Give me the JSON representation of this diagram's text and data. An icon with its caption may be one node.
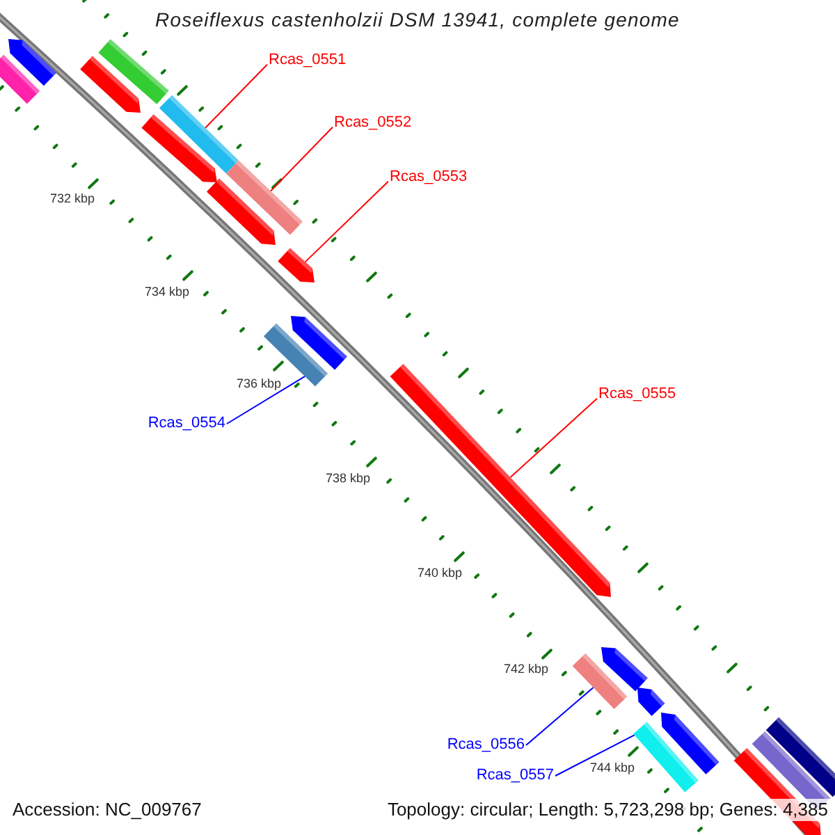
{
  "diagram": {
    "title": "Roseiflexus castenholzii DSM 13941, complete genome",
    "nodes": [
      {
        "text": [
          "Rcas_0551"
        ]
      },
      {
        "text": [
          "Rcas_0552"
        ]
      },
      {
        "text": [
          "Rcas_0553"
        ]
      },
      {
        "text": [
          "Rcas_0554"
        ]
      },
      {
        "text": [
          "Rcas_0555"
        ]
      },
      {
        "text": [
          "Rcas_0556"
        ]
      },
      {
        "text": [
          "Rcas_0557"
        ]
      },
      {
        "text": [],
        "shape": "bar"
      },
      {
        "text": [],
        "shape": "bar"
      },
      {
        "text": [],
        "shape": "bar"
      },
      {
        "text": [],
        "shape": "bar"
      },
      {
        "text": [],
        "shape": "bar"
      },
      {
        "text": [],
        "shape": "bar"
      },
      {
        "text": [],
        "shape": "bar"
      }
    ],
    "edges": [
      {
        "from": 0,
        "to": 7,
        "arrow": "none"
      },
      {
        "from": 1,
        "to": 8,
        "arrow": "none"
      },
      {
        "from": 2,
        "to": 9,
        "arrow": "none"
      },
      {
        "from": 3,
        "to": 10,
        "arrow": "none",
        "color": "#0000ff"
      },
      {
        "from": 4,
        "to": 11,
        "arrow": "none"
      },
      {
        "from": 5,
        "to": 12,
        "arrow": "none",
        "color": "#0000ff"
      },
      {
        "from": 6,
        "to": 13,
        "arrow": "none",
        "color": "#0000ff"
      }
    ],
    "labels": [
      "732 kbp",
      "734 kbp",
      "736 kbp",
      "738 kbp",
      "740 kbp",
      "742 kbp",
      "744 kbp",
      "Accession: NC_009767",
      "Topology: circular; Length: 5,723,298 bp; Genes: 4,385"
    ]
  }
}
